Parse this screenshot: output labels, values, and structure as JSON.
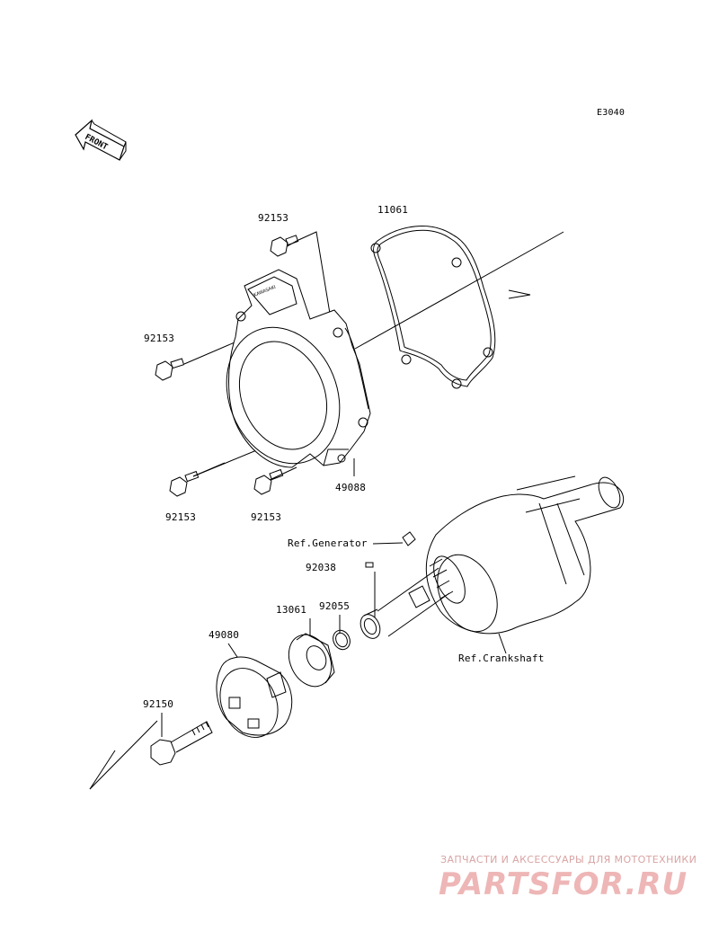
{
  "diagram": {
    "code": "E3040",
    "front_badge": "FRONT",
    "cover_mark": "KAWASAKI",
    "parts": {
      "p11061": "11061",
      "p92153_top": "92153",
      "p92153_left": "92153",
      "p92153_bl": "92153",
      "p92153_br": "92153",
      "p49088": "49088",
      "p92038": "92038",
      "p92055": "92055",
      "p13061": "13061",
      "p49080": "49080",
      "p92150": "92150"
    },
    "refs": {
      "generator": "Ref.Generator",
      "crankshaft": "Ref.Crankshaft"
    }
  },
  "watermark": {
    "caption": "ЗАПЧАСТИ И АКСЕССУАРЫ ДЛЯ МОТОТЕХНИКИ",
    "brand": "PARTSFOR.RU",
    "color": "#eeb6b6"
  }
}
